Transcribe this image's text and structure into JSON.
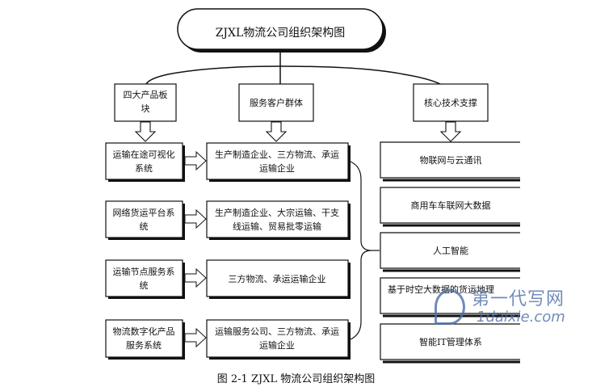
{
  "title": "ZJXL物流公司组织架构图",
  "categories": [
    "四大产品板块",
    "服务客户群体",
    "核心技术支撑"
  ],
  "products": [
    {
      "lines": [
        "运输在途可视化",
        "系统"
      ]
    },
    {
      "lines": [
        "网络货运平台系",
        "统"
      ]
    },
    {
      "lines": [
        "运输节点服务系",
        "统"
      ]
    },
    {
      "lines": [
        "物流数字化产品",
        "服务系统"
      ]
    }
  ],
  "customers": [
    {
      "lines": [
        "生产制造企业、三方物流、承运",
        "运输企业"
      ]
    },
    {
      "lines": [
        "生产制造企业、大宗运输、干支",
        "线运输、贸易批零运输"
      ]
    },
    {
      "lines": [
        "三方物流、承运运输企业"
      ]
    },
    {
      "lines": [
        "运输服务公司、三方物流、承运",
        "运输企业"
      ]
    }
  ],
  "technologies": [
    {
      "label": "物联网与云通讯"
    },
    {
      "label": "商用车车联网大数据"
    },
    {
      "label": "人工智能"
    },
    {
      "label": "基于时空大数据的货运地理"
    },
    {
      "label": "智能IT管理体系"
    }
  ],
  "caption": "图 2-1 ZJXL 物流公司组织架构图",
  "watermark": {
    "cn": "第一代写网",
    "en": "1daixie.com"
  }
}
